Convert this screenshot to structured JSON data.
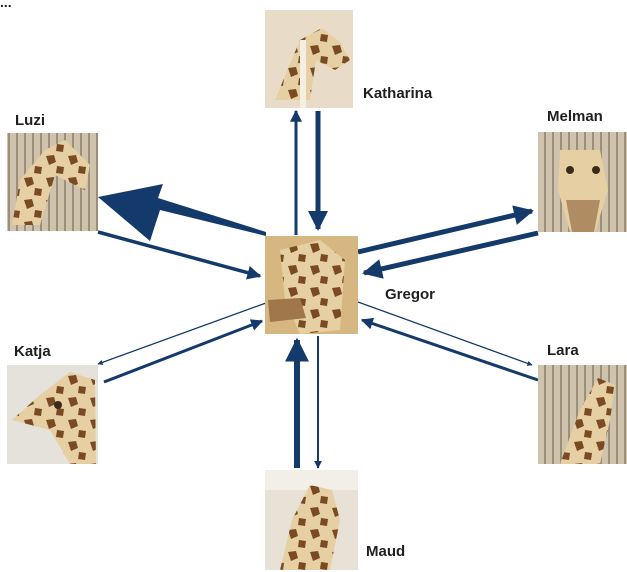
{
  "top_fragment": "...",
  "center": {
    "name": "Gregor"
  },
  "nodes": [
    {
      "name": "Katharina",
      "label": "Katharina"
    },
    {
      "name": "Luzi",
      "label": "Luzi"
    },
    {
      "name": "Melman",
      "label": "Melman"
    },
    {
      "name": "Katja",
      "label": "Katja"
    },
    {
      "name": "Lara",
      "label": "Lara"
    },
    {
      "name": "Maud",
      "label": "Maud"
    }
  ],
  "colors": {
    "arrow": "#133a6b",
    "photo_bg": "#d9c8ae",
    "giraffe_patch": "#7a4a22",
    "giraffe_base": "#e6cfa2"
  },
  "edges": [
    {
      "from": "Gregor",
      "to": "Katharina",
      "weight": "thin"
    },
    {
      "from": "Katharina",
      "to": "Gregor",
      "weight": "medium"
    },
    {
      "from": "Gregor",
      "to": "Luzi",
      "weight": "thick"
    },
    {
      "from": "Luzi",
      "to": "Gregor",
      "weight": "medium"
    },
    {
      "from": "Gregor",
      "to": "Melman",
      "weight": "medium"
    },
    {
      "from": "Melman",
      "to": "Gregor",
      "weight": "medium"
    },
    {
      "from": "Gregor",
      "to": "Katja",
      "weight": "thin"
    },
    {
      "from": "Katja",
      "to": "Gregor",
      "weight": "medium"
    },
    {
      "from": "Gregor",
      "to": "Lara",
      "weight": "thin"
    },
    {
      "from": "Lara",
      "to": "Gregor",
      "weight": "medium"
    },
    {
      "from": "Gregor",
      "to": "Maud",
      "weight": "thin"
    },
    {
      "from": "Maud",
      "to": "Gregor",
      "weight": "medium"
    }
  ]
}
